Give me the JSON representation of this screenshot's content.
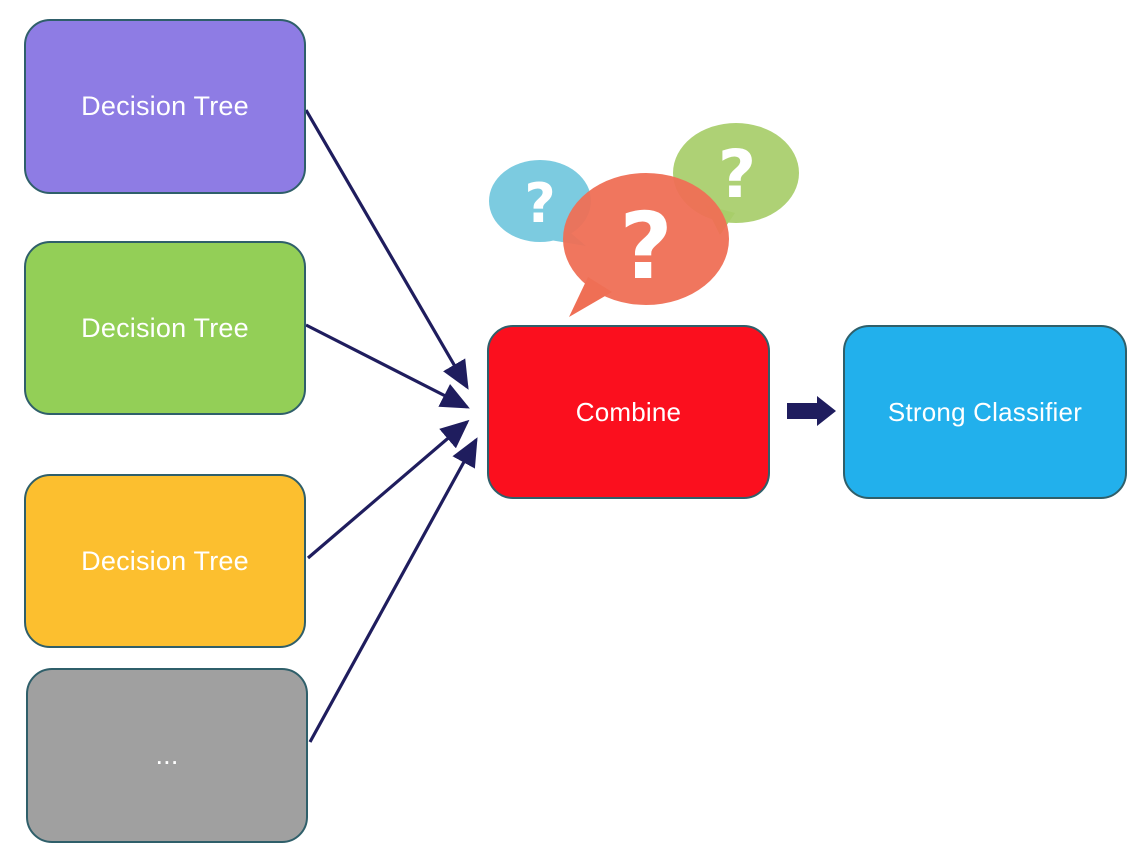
{
  "diagram": {
    "nodes": {
      "tree1": {
        "label": "Decision Tree",
        "color": "#8e7ce4"
      },
      "tree2": {
        "label": "Decision Tree",
        "color": "#93cf57"
      },
      "tree3": {
        "label": "Decision Tree",
        "color": "#fcbf2f"
      },
      "tree4": {
        "label": "...",
        "color": "#a0a0a0"
      },
      "combine": {
        "label": "Combine",
        "color": "#fb0f1e"
      },
      "classifier": {
        "label": "Strong Classifier",
        "color": "#22b0ec"
      }
    },
    "edges": [
      {
        "from": "tree1",
        "to": "combine"
      },
      {
        "from": "tree2",
        "to": "combine"
      },
      {
        "from": "tree3",
        "to": "combine"
      },
      {
        "from": "tree4",
        "to": "combine"
      },
      {
        "from": "combine",
        "to": "classifier"
      }
    ],
    "bubbles": [
      {
        "icon": "question-mark",
        "color": "#7ccbe0"
      },
      {
        "icon": "question-mark",
        "color": "#ef6f55"
      },
      {
        "icon": "question-mark",
        "color": "#a8ce6a"
      }
    ],
    "arrow_color": "#1f1d5e"
  }
}
